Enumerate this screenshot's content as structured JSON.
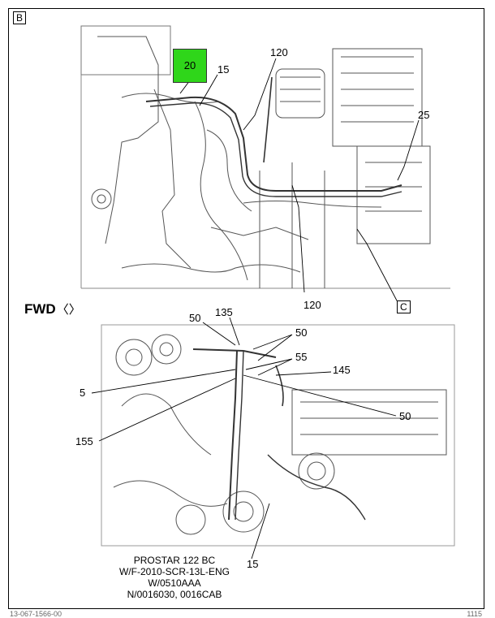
{
  "colors": {
    "highlight": "#2fd61a",
    "ink": "#000000",
    "art": "#555555"
  },
  "view_top": {
    "label": "B",
    "callouts": {
      "c20": "20",
      "c15": "15",
      "c120a": "120",
      "c25": "25",
      "c120b": "120"
    },
    "detail_label": "C"
  },
  "orientation": {
    "text": "FWD",
    "arrow": "〈〉"
  },
  "view_bottom": {
    "callouts": {
      "c50a": "50",
      "c135": "135",
      "c50b": "50",
      "c55": "55",
      "c145": "145",
      "c5": "5",
      "c50c": "50",
      "c155": "155",
      "c15": "15"
    }
  },
  "caption": {
    "line1": "PROSTAR 122 BC",
    "line2": "W/F-2010-SCR-13L-ENG",
    "line3": "W/0510AAA",
    "line4": "N/0016030, 0016CAB"
  },
  "footer": {
    "left": "13-067-1566-00",
    "right": "1115"
  }
}
